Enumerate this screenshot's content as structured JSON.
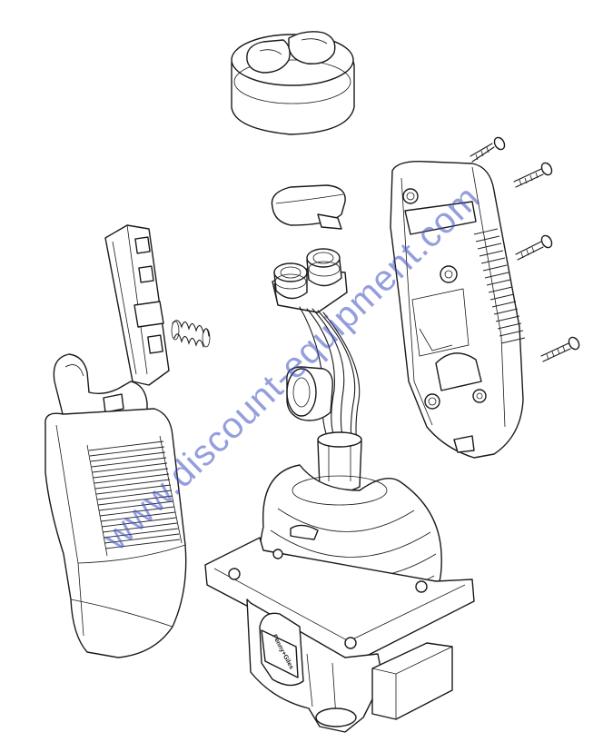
{
  "diagram": {
    "parts": [
      "top-button-cap",
      "rocker-switch",
      "dual-switch-block",
      "wiring-harness",
      "spring",
      "left-handle-grip",
      "left-handle-frame",
      "right-handle-housing",
      "screws",
      "rubber-boot",
      "mounting-flange",
      "lower-switch-body"
    ],
    "label_text": "Penny+Giles",
    "watermark": "www.discount-equipment.com"
  }
}
